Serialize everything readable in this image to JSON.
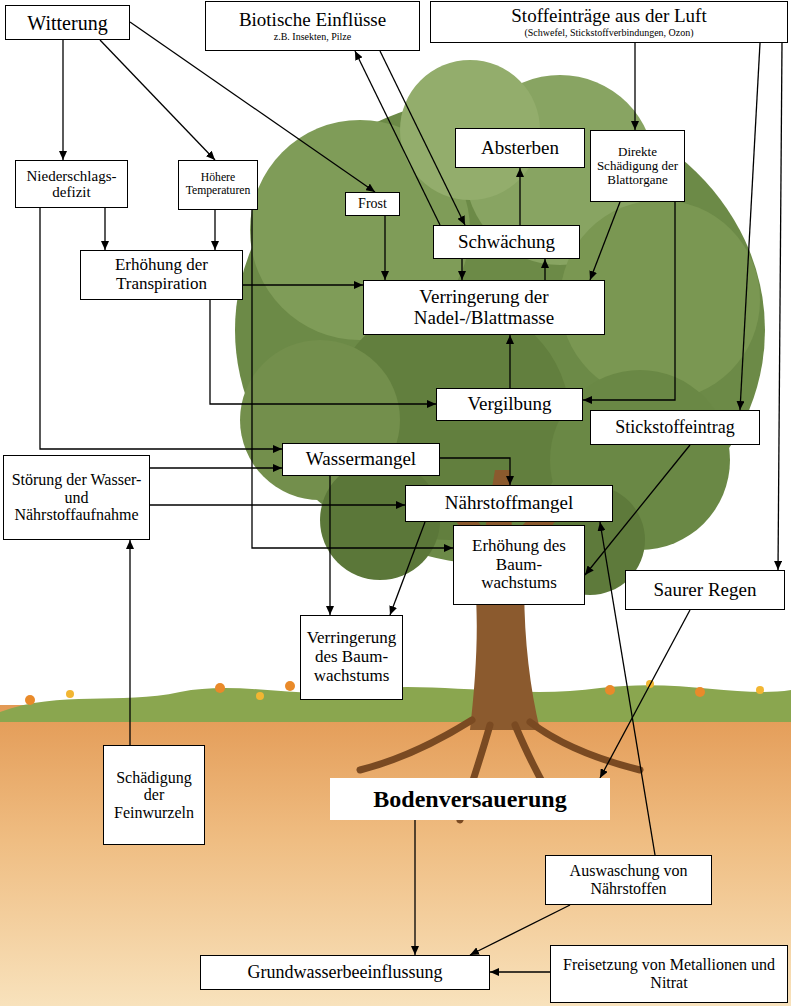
{
  "diagram": {
    "nodes": [
      {
        "text": [
          "Witterung"
        ]
      },
      {
        "text": [
          "Biotische Einflüsse",
          "z.B. Insekten, Pilze"
        ]
      },
      {
        "text": [
          "Stoffeinträge aus der Luft",
          "(Schwefel, Stickstoffverbindungen, Ozon)"
        ]
      },
      {
        "text": [
          "Absterben"
        ]
      },
      {
        "text": [
          "Niederschlags- defizit"
        ]
      },
      {
        "text": [
          "Höhere Temperaturen"
        ]
      },
      {
        "text": [
          "Frost"
        ]
      },
      {
        "text": [
          "Direkte Schädigung der Blattorgane"
        ]
      },
      {
        "text": [
          "Schwächung"
        ]
      },
      {
        "text": [
          "Erhöhung der Transpiration"
        ]
      },
      {
        "text": [
          "Verringerung der Nadel-/Blattmasse"
        ]
      },
      {
        "text": [
          "Vergilbung"
        ]
      },
      {
        "text": [
          "Stickstoffeintrag"
        ]
      },
      {
        "text": [
          "Wassermangel"
        ]
      },
      {
        "text": [
          "Störung der Wasser- und Nährstoffaufnahme"
        ]
      },
      {
        "text": [
          "Nährstoffmangel"
        ]
      },
      {
        "text": [
          "Erhöhung des Baum- wachstums"
        ]
      },
      {
        "text": [
          "Saurer Regen"
        ]
      },
      {
        "text": [
          "Verringerung des Baum- wachstums"
        ]
      },
      {
        "text": [
          "Schädigung der Feinwurzeln"
        ]
      },
      {
        "text": [
          "Bodenversauerung"
        ]
      },
      {
        "text": [
          "Auswaschung von Nährstoffen"
        ]
      },
      {
        "text": [
          "Grundwasserbeeinflussung"
        ]
      },
      {
        "text": [
          "Freisetzung von Metallionen und Nitrat"
        ]
      }
    ],
    "edges": [
      {
        "from": 0,
        "to": 4,
        "arrow": "to"
      },
      {
        "from": 0,
        "to": 5,
        "arrow": "to"
      },
      {
        "from": 0,
        "to": 6,
        "arrow": "to"
      },
      {
        "from": 1,
        "to": 8,
        "arrow": "to"
      },
      {
        "from": 8,
        "to": 1,
        "arrow": "to"
      },
      {
        "from": 2,
        "to": 7,
        "arrow": "to"
      },
      {
        "from": 2,
        "to": 12,
        "arrow": "to"
      },
      {
        "from": 2,
        "to": 17,
        "arrow": "to"
      },
      {
        "from": 8,
        "to": 3,
        "arrow": "to"
      },
      {
        "from": 6,
        "to": 10,
        "arrow": "to"
      },
      {
        "from": 8,
        "to": 10,
        "arrow": "to"
      },
      {
        "from": 10,
        "to": 8,
        "arrow": "to"
      },
      {
        "from": 7,
        "to": 10,
        "arrow": "to"
      },
      {
        "from": 7,
        "to": 11,
        "arrow": "to"
      },
      {
        "from": 4,
        "to": 9,
        "arrow": "to"
      },
      {
        "from": 5,
        "to": 9,
        "arrow": "to"
      },
      {
        "from": 9,
        "to": 10,
        "arrow": "to"
      },
      {
        "from": 9,
        "to": 11,
        "arrow": "to"
      },
      {
        "from": 4,
        "to": 13,
        "arrow": "to"
      },
      {
        "from": 5,
        "to": 16,
        "arrow": "to"
      },
      {
        "from": 11,
        "to": 10,
        "arrow": "to"
      },
      {
        "from": 13,
        "to": 15,
        "arrow": "to"
      },
      {
        "from": 14,
        "to": 13,
        "arrow": "to"
      },
      {
        "from": 14,
        "to": 15,
        "arrow": "to"
      },
      {
        "from": 13,
        "to": 18,
        "arrow": "to"
      },
      {
        "from": 15,
        "to": 18,
        "arrow": "to"
      },
      {
        "from": 12,
        "to": 16,
        "arrow": "to"
      },
      {
        "from": 19,
        "to": 14,
        "arrow": "to"
      },
      {
        "from": 17,
        "to": 20,
        "arrow": "to"
      },
      {
        "from": 20,
        "to": 22,
        "arrow": "to"
      },
      {
        "from": 21,
        "to": 22,
        "arrow": "to"
      },
      {
        "from": 21,
        "to": 15,
        "arrow": "to"
      },
      {
        "from": 23,
        "to": 22,
        "arrow": "to"
      }
    ]
  }
}
